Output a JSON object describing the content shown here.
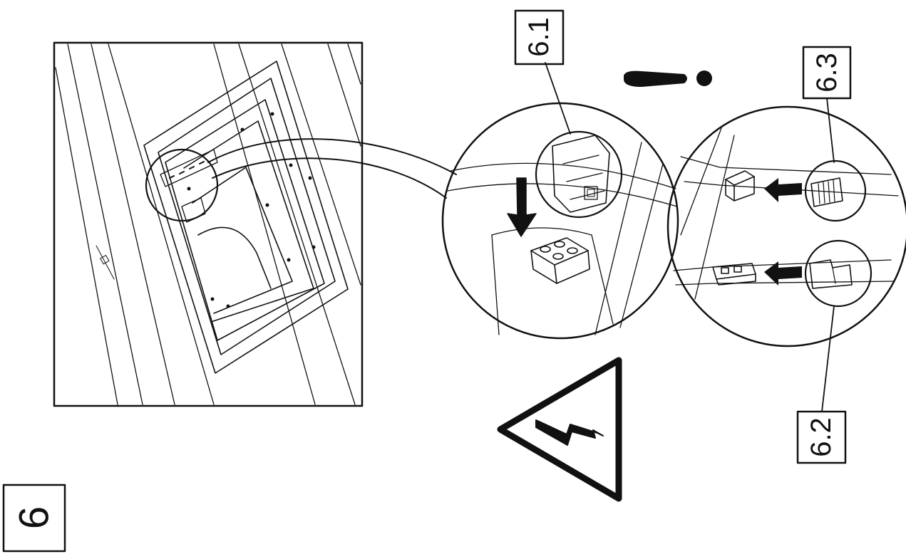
{
  "step": {
    "number": "6"
  },
  "callouts": [
    {
      "id": "6.1"
    },
    {
      "id": "6.2"
    },
    {
      "id": "6.3"
    }
  ],
  "icons": {
    "warning": "electrical-hazard-triangle-icon",
    "attention": "exclamation-icon",
    "down_arrow": "down-arrow-icon",
    "left_arrow": "left-arrow-icon"
  },
  "colors": {
    "line": "#111111",
    "background": "#ffffff"
  }
}
